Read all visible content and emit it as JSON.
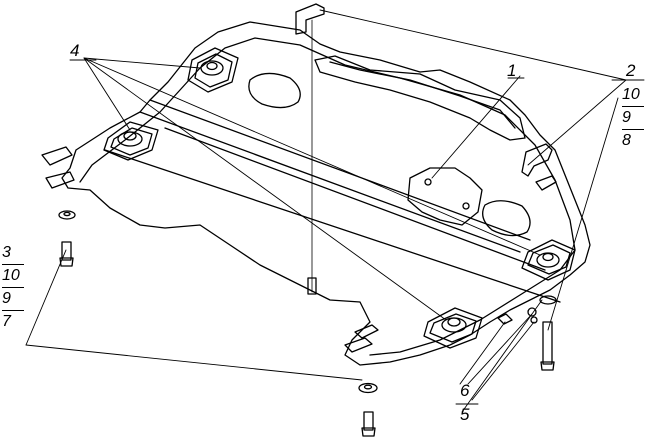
{
  "callouts": {
    "c1": "1",
    "c2": "2",
    "c4": "4",
    "c6": "6",
    "c5": "5",
    "right_stack": [
      "10",
      "9",
      "8"
    ],
    "left_stack": [
      "3",
      "10",
      "9",
      "7"
    ]
  }
}
